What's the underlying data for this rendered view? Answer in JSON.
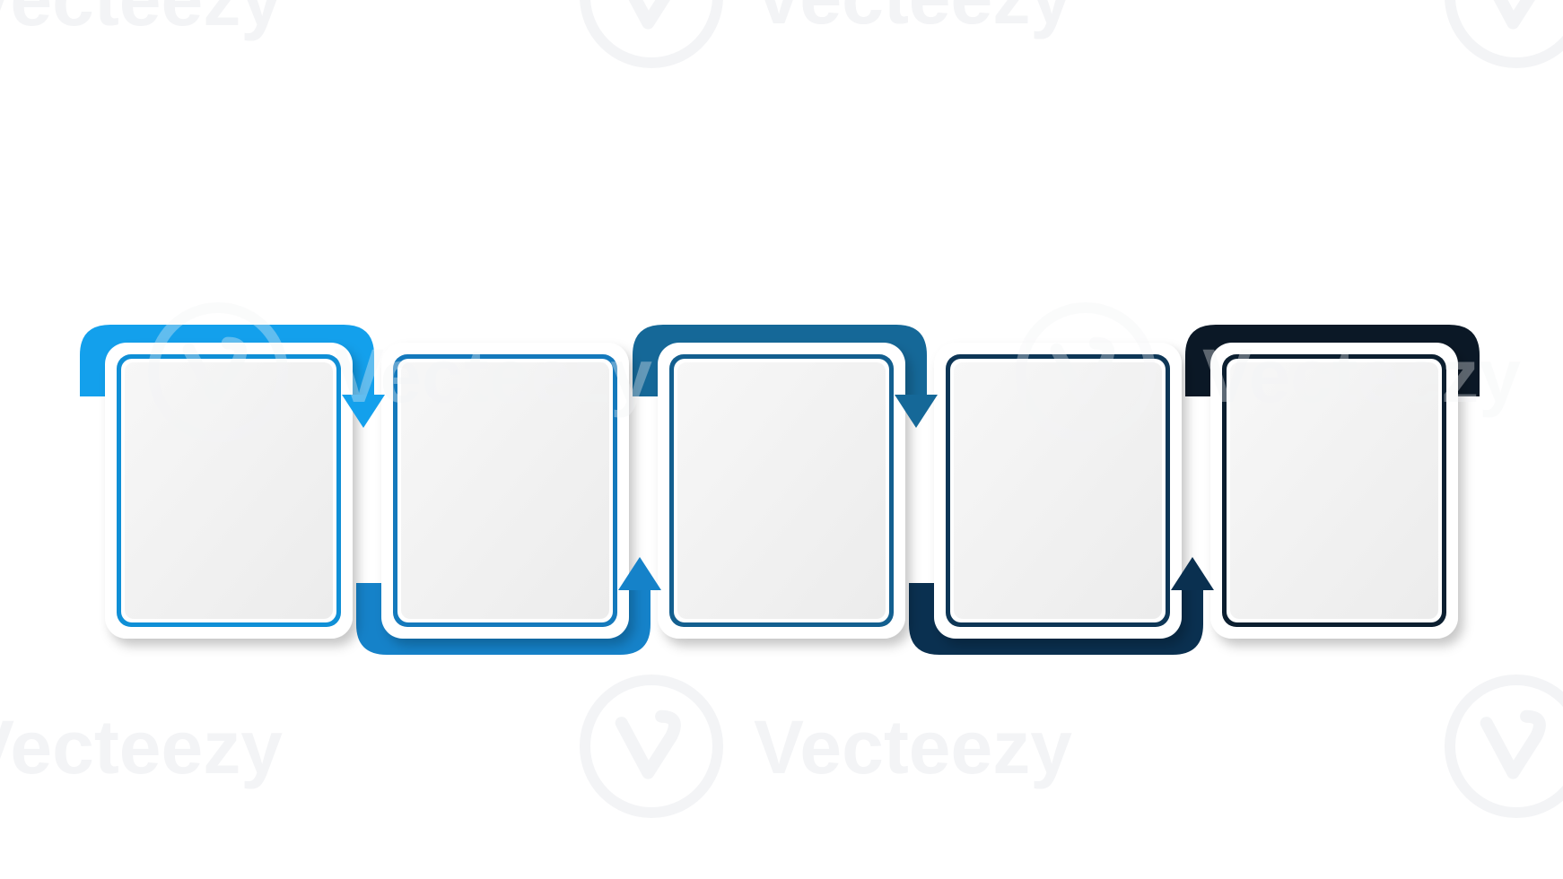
{
  "diagram": {
    "type": "five-step process infographic",
    "step_count": 5,
    "steps": [
      {
        "index": 1,
        "color": "#0f8fd6",
        "bracket_color": "#13a0ec",
        "bracket": "top",
        "connector_arrow": "down"
      },
      {
        "index": 2,
        "color": "#1479bc",
        "bracket_color": "#1582c9",
        "bracket": "bottom",
        "connector_arrow": "up"
      },
      {
        "index": 3,
        "color": "#135f8f",
        "bracket_color": "#156898",
        "bracket": "top",
        "connector_arrow": "down"
      },
      {
        "index": 4,
        "color": "#0d3656",
        "bracket_color": "#0a3050",
        "bracket": "bottom",
        "connector_arrow": "up"
      },
      {
        "index": 5,
        "color": "#0c1f30",
        "bracket_color": "#0b1826",
        "bracket": "top",
        "connector_arrow": null
      }
    ],
    "card_fill": "#f2f2f2",
    "card_frame_fill": "#ffffff"
  },
  "watermark": {
    "text": "Vecteezy",
    "color": "#f3f4f6"
  }
}
